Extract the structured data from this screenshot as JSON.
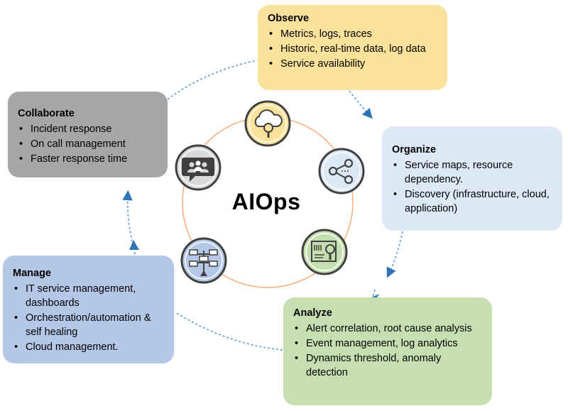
{
  "center": {
    "label": "AIOps"
  },
  "boxes": {
    "observe": {
      "title": "Observe",
      "items": [
        "Metrics, logs, traces",
        "Historic, real-time data, log data",
        "Service availability"
      ],
      "color": "#fae29a"
    },
    "organize": {
      "title": "Organize",
      "items": [
        "Service maps, resource dependency.",
        "Discovery (infrastructure, cloud, application)"
      ],
      "color": "#dce8f5"
    },
    "analyze": {
      "title": "Analyze",
      "items": [
        "Alert correlation, root cause analysis",
        "Event management, log analytics",
        "Dynamics threshold, anomaly detection"
      ],
      "color": "#c5dfb0"
    },
    "manage": {
      "title": "Manage",
      "items": [
        "IT service management, dashboards",
        "Orchestration/automation & self healing",
        "Cloud management."
      ],
      "color": "#b4c7e7"
    },
    "collaborate": {
      "title": "Collaborate",
      "items": [
        "Incident response",
        "On call management",
        "Faster response time"
      ],
      "color": "#a6a6a6"
    }
  },
  "icons": [
    {
      "name": "cloud-search-icon",
      "color": "#fae29a"
    },
    {
      "name": "network-share-icon",
      "color": "#dce8f5"
    },
    {
      "name": "analytics-search-icon",
      "color": "#c5dfb0"
    },
    {
      "name": "workflow-icon",
      "color": "#b4c7e7"
    },
    {
      "name": "team-chat-icon",
      "color": "#d9d9d9"
    }
  ],
  "colors": {
    "inner_ring": "#f4b183",
    "dashed_arrow": "#5b9bd5",
    "arrowhead": "#2e75b6",
    "icon_stroke": "#404040"
  }
}
